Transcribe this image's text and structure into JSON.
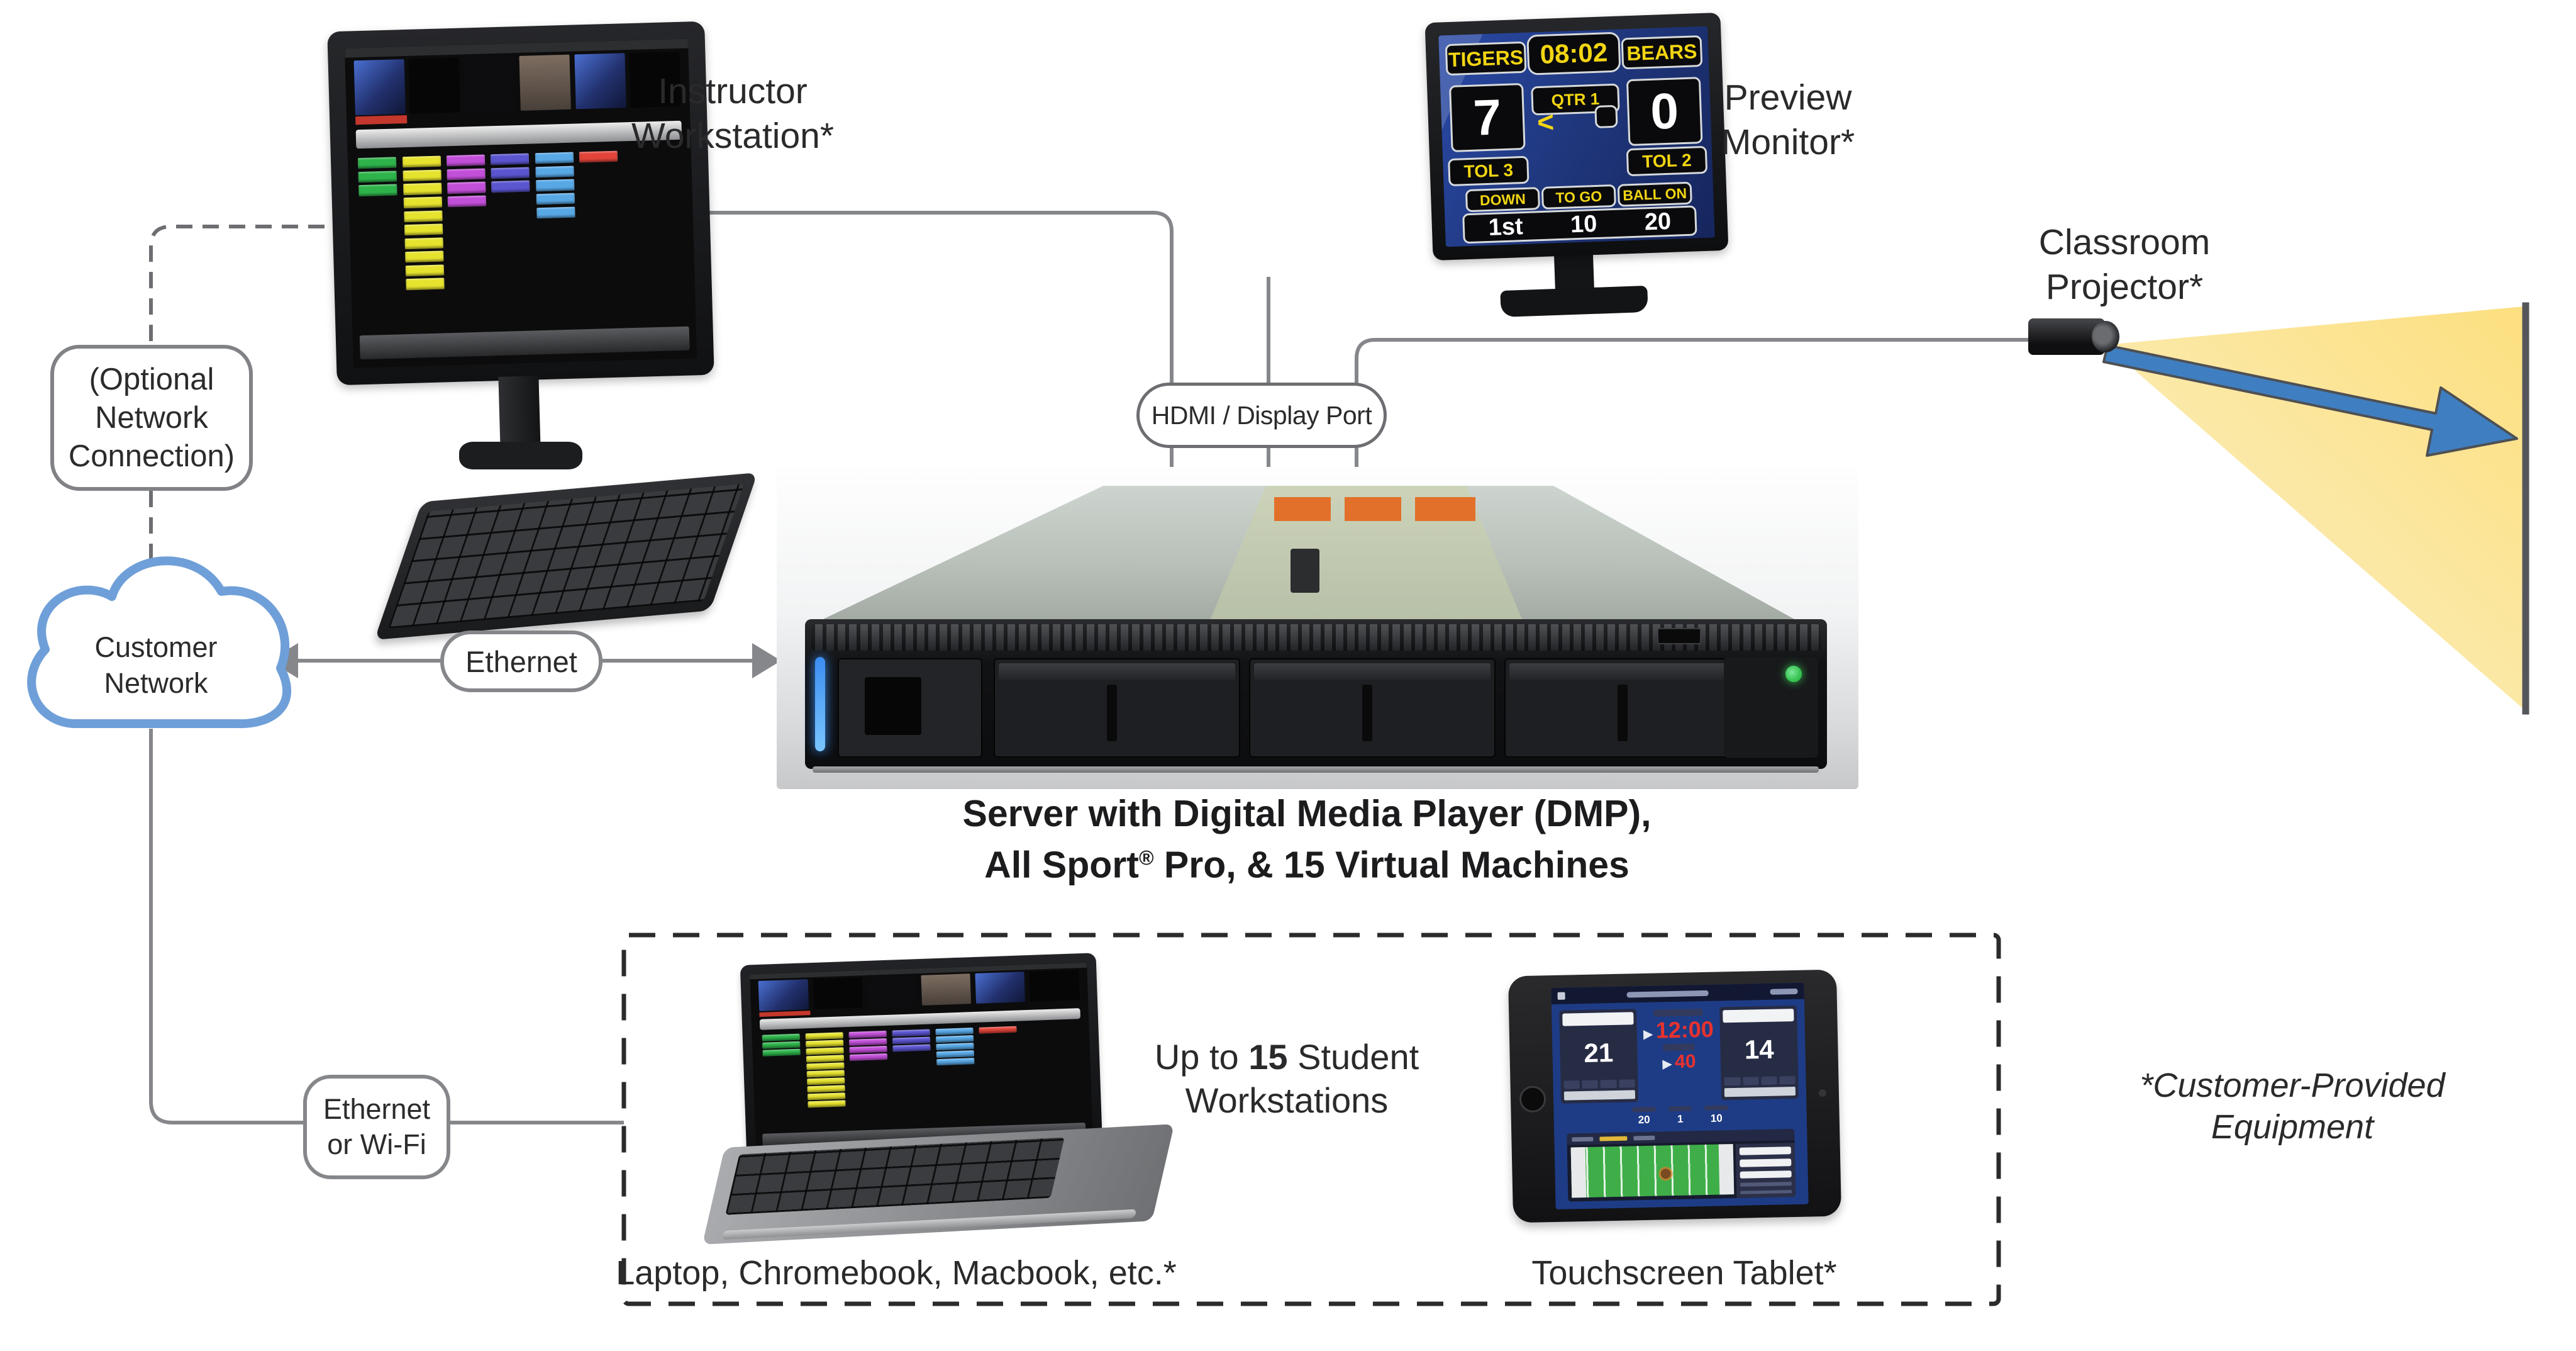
{
  "colors": {
    "connector-gray": "#85878a",
    "dash-gray": "#6d6e71",
    "label-dark": "#2a2a2c",
    "cloud-blue": "#6f9fd8",
    "beam-yellow": "#fbd96a",
    "arrow-blue": "#3f7fc1",
    "screen-gray": "#55565b",
    "scoreboard-navy": "#20387f",
    "scoreboard-yellow": "#f2d513",
    "led-blue": "#3b8df0",
    "power-green": "#35c24f",
    "field-green": "#3fae49",
    "clock-red": "#e8322e"
  },
  "labels": {
    "instructor_l1": "Instructor",
    "instructor_l2": "Workstation*",
    "preview_l1": "Preview",
    "preview_l2": "Monitor*",
    "projector_l1": "Classroom",
    "projector_l2": "Projector*",
    "optional_l1": "(Optional",
    "optional_l2": "Network",
    "optional_l3": "Connection)",
    "cloud_l1": "Customer",
    "cloud_l2": "Network",
    "ethernet": "Ethernet",
    "hdmi": "HDMI / Display Port",
    "ethwifi_l1": "Ethernet",
    "ethwifi_l2": "or Wi-Fi",
    "caption_l1": "Server with Digital Media Player (DMP),",
    "caption_l2_a": "All Sport",
    "caption_l2_sup": "®",
    "caption_l2_b": " Pro, & 15 Virtual Machines",
    "students_l1_a": "Up to ",
    "students_l1_b": "15",
    "students_l1_c": " Student",
    "students_l2": "Workstations",
    "laptop": "Laptop, Chromebook, Macbook, etc.*",
    "tablet": "Touchscreen Tablet*",
    "customer_l1": "*Customer-Provided",
    "customer_l2": "Equipment"
  },
  "scoreboard": {
    "home": "TIGERS",
    "clock": "08:02",
    "guest": "BEARS",
    "home_score": "7",
    "guest_score": "0",
    "qtr": "QTR 1",
    "possession": "<",
    "home_tol": "TOL 3",
    "guest_tol": "TOL 2",
    "down_label": "DOWN",
    "togo_label": "TO GO",
    "ballon_label": "BALL ON",
    "down": "1st",
    "togo": "10",
    "ballon": "20"
  },
  "tablet_app": {
    "home_score": "21",
    "guest_score": "14",
    "clock": "12:00",
    "play_clock": "40",
    "ballon": "20",
    "down": "1",
    "togo": "10"
  },
  "screen_app": {
    "columns": [
      {
        "color": "#2eb34b",
        "count": 3
      },
      {
        "color": "#e6e32f",
        "count": 10
      },
      {
        "color": "#c24fd8",
        "count": 4
      },
      {
        "color": "#5b55d0",
        "count": 3
      },
      {
        "color": "#58a8e6",
        "count": 5
      },
      {
        "color": "#e2443a",
        "count": 1
      }
    ]
  }
}
